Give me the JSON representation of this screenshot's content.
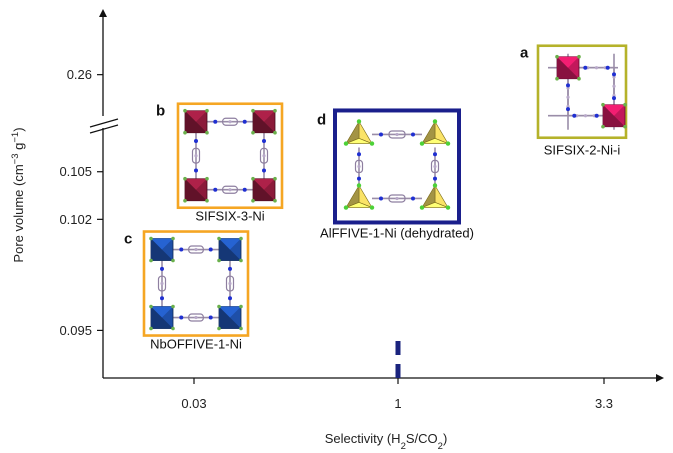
{
  "chart_data": {
    "type": "scatter",
    "title": "",
    "xlabel": "Selectivity (H2S/CO2)",
    "ylabel": "Pore volume (cm−3 g−1)",
    "x_scale": "categorical",
    "x_categories": [
      "0.03",
      "1",
      "3.3"
    ],
    "y_segments": [
      {
        "range": [
          0.092,
          0.107
        ],
        "ticks": [
          0.095,
          0.102,
          0.105
        ]
      },
      {
        "range": [
          0.255,
          0.27
        ],
        "ticks": [
          0.26
        ]
      }
    ],
    "y_tick_labels": [
      "0.26",
      "0.105",
      "0.102",
      "0.095"
    ],
    "grid": false,
    "axis_break": "between 0.105 and 0.26",
    "reference_line": {
      "style": "dashed",
      "color": "#1a237e",
      "x": "1",
      "y_range": [
        0.092,
        0.0945
      ]
    },
    "points": [
      {
        "letter": "a",
        "name": "SIFSIX-2-Ni-i",
        "x": "3.3",
        "y": 0.262,
        "frame_color": "#b5b22a",
        "octahedra_color": "#c2185b",
        "ligand": "long linear"
      },
      {
        "letter": "b",
        "name": "SIFSIX-3-Ni",
        "x": "0.03",
        "y": 0.105,
        "frame_color": "#f5a623",
        "octahedra_color": "#8b1a3a",
        "ligand": "pyrazine"
      },
      {
        "letter": "c",
        "name": "NbOFFIVE-1-Ni",
        "x": "0.03",
        "y": 0.096,
        "frame_color": "#f5a623",
        "octahedra_color": "#1e4fa8",
        "ligand": "pyrazine"
      },
      {
        "letter": "d",
        "name": "AlFFIVE-1-Ni (dehydrated)",
        "x": "1",
        "y": 0.103,
        "frame_color": "#1a1f8c",
        "octahedra_color": "#d9c55a",
        "ligand": "pyrazine"
      }
    ]
  }
}
